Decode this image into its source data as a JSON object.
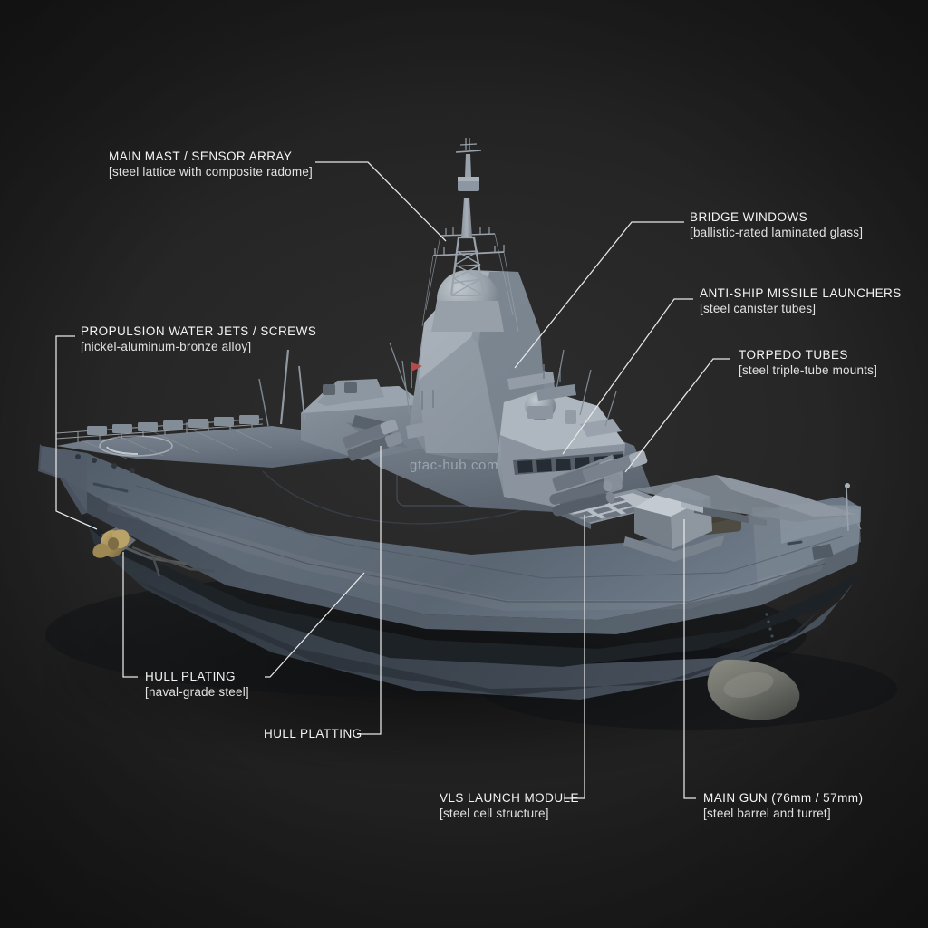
{
  "scene": {
    "subject": "naval-frigate-3d-render",
    "background_color": "#262626",
    "label_color": "#f2f2f2",
    "leader_color": "#e8e8e8",
    "watermark": "gtac-hub.com"
  },
  "callouts": [
    {
      "id": "main-mast",
      "title": "MAIN MAST / SENSOR ARRAY",
      "subtitle": "[steel lattice with composite radome]"
    },
    {
      "id": "bridge-windows",
      "title": "BRIDGE WINDOWS",
      "subtitle": "[ballistic-rated laminated glass]"
    },
    {
      "id": "anti-ship-missile-launchers",
      "title": "ANTI-SHIP MISSILE LAUNCHERS",
      "subtitle": "[steel canister tubes]"
    },
    {
      "id": "torpedo-tubes",
      "title": "TORPEDO TUBES",
      "subtitle": "[steel triple-tube mounts]"
    },
    {
      "id": "propulsion",
      "title": "PROPULSION WATER JETS / SCREWS",
      "subtitle": "[nickel-aluminum-bronze alloy]"
    },
    {
      "id": "hull-plating",
      "title": "HULL PLATING",
      "subtitle": "[naval-grade steel]"
    },
    {
      "id": "hull-platting",
      "title": "HULL PLATTING",
      "subtitle": ""
    },
    {
      "id": "vls-launch-module",
      "title": "VLS LAUNCH MODULE",
      "subtitle": "[steel cell structure]"
    },
    {
      "id": "main-gun",
      "title": "MAIN GUN (76mm / 57mm)",
      "subtitle": "[steel barrel and turret]"
    }
  ],
  "ship": {
    "hull_upper_color": "#5a6572",
    "hull_mid_color": "#49525e",
    "waterline_color": "#22272d",
    "lower_hull_color": "#3a424c",
    "superstructure_color": "#8d97a1",
    "deck_color": "#767f89",
    "mast_color": "#9aa3ac",
    "propeller_color": "#b09a63",
    "sonar_dome_color": "#6a6b66"
  }
}
